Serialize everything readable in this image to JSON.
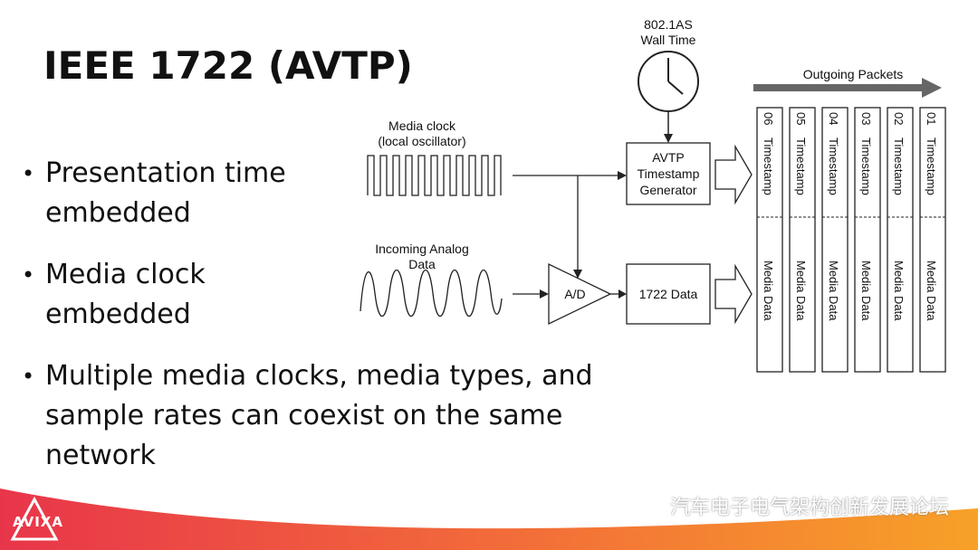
{
  "slide": {
    "title": "IEEE 1722 (AVTP)",
    "bullets": [
      {
        "line1": "Presentation time",
        "line2": "embedded"
      },
      {
        "line1": "Media clock",
        "line2": "embedded"
      },
      {
        "line1": "Multiple media clocks, media types, and",
        "line2": "sample rates can coexist on the same network"
      }
    ]
  },
  "diagram": {
    "wall_time_line1": "802.1AS",
    "wall_time_line2": "Wall Time",
    "outgoing_packets": "Outgoing Packets",
    "media_clock_line1": "Media clock",
    "media_clock_line2": "(local oscillator)",
    "analog_line1": "Incoming Analog",
    "analog_line2": "Data",
    "ad_label": "A/D",
    "generator_line1": "AVTP",
    "generator_line2": "Timestamp",
    "generator_line3": "Generator",
    "data_1722": "1722 Data",
    "packets": [
      {
        "num": "06",
        "ts": "Timestamp",
        "data": "Media Data"
      },
      {
        "num": "05",
        "ts": "Timestamp",
        "data": "Media Data"
      },
      {
        "num": "04",
        "ts": "Timestamp",
        "data": "Media Data"
      },
      {
        "num": "03",
        "ts": "Timestamp",
        "data": "Media Data"
      },
      {
        "num": "02",
        "ts": "Timestamp",
        "data": "Media Data"
      },
      {
        "num": "01",
        "ts": "Timestamp",
        "data": "Media Data"
      }
    ]
  },
  "footer": {
    "logo": "AVIXA",
    "watermark": "汽车电子电气架构创新发展论坛"
  }
}
